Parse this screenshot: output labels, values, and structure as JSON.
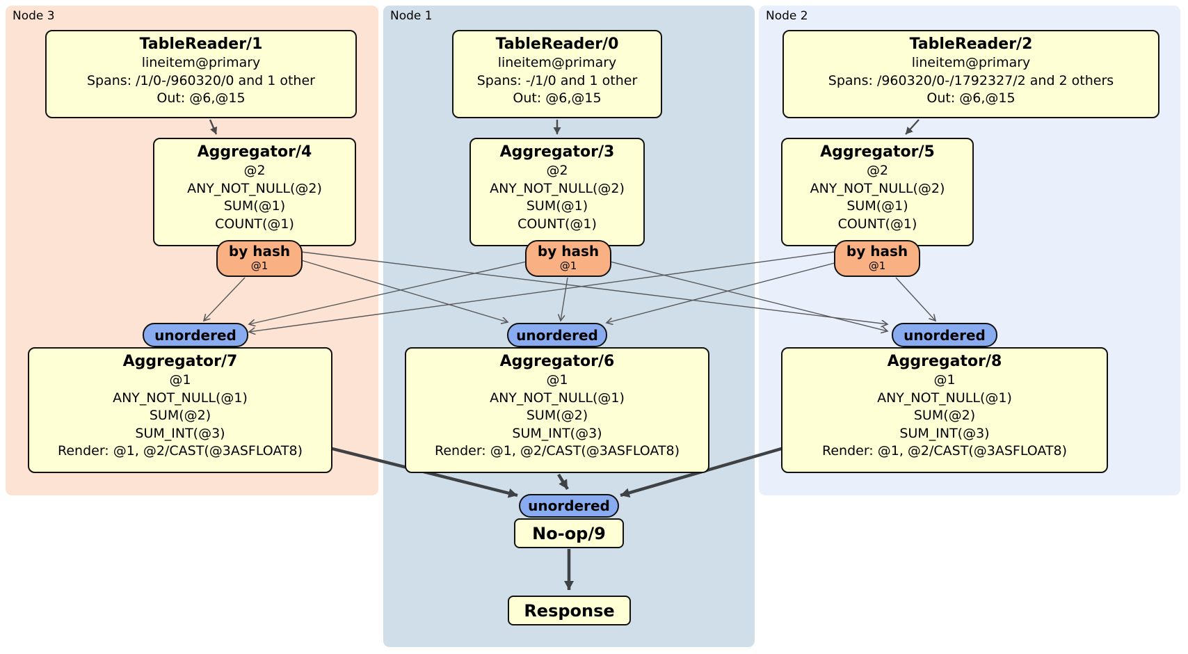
{
  "regions": {
    "node3": {
      "label": "Node 3"
    },
    "node1": {
      "label": "Node 1"
    },
    "node2": {
      "label": "Node 2"
    }
  },
  "processors": {
    "tr1": {
      "title": "TableReader/1",
      "lines": [
        "lineitem@primary",
        "Spans: /1/0-/960320/0 and 1 other",
        "Out: @6,@15"
      ]
    },
    "tr0": {
      "title": "TableReader/0",
      "lines": [
        "lineitem@primary",
        "Spans: -/1/0 and 1 other",
        "Out: @6,@15"
      ]
    },
    "tr2": {
      "title": "TableReader/2",
      "lines": [
        "lineitem@primary",
        "Spans: /960320/0-/1792327/2 and 2 others",
        "Out: @6,@15"
      ]
    },
    "agg4": {
      "title": "Aggregator/4",
      "lines": [
        "@2",
        "ANY_NOT_NULL(@2)",
        "SUM(@1)",
        "COUNT(@1)"
      ]
    },
    "agg3": {
      "title": "Aggregator/3",
      "lines": [
        "@2",
        "ANY_NOT_NULL(@2)",
        "SUM(@1)",
        "COUNT(@1)"
      ]
    },
    "agg5": {
      "title": "Aggregator/5",
      "lines": [
        "@2",
        "ANY_NOT_NULL(@2)",
        "SUM(@1)",
        "COUNT(@1)"
      ]
    },
    "agg7": {
      "title": "Aggregator/7",
      "lines": [
        "@1",
        "ANY_NOT_NULL(@1)",
        "SUM(@2)",
        "SUM_INT(@3)",
        "Render: @1, @2/CAST(@3ASFLOAT8)"
      ]
    },
    "agg6": {
      "title": "Aggregator/6",
      "lines": [
        "@1",
        "ANY_NOT_NULL(@1)",
        "SUM(@2)",
        "SUM_INT(@3)",
        "Render: @1, @2/CAST(@3ASFLOAT8)"
      ]
    },
    "agg8": {
      "title": "Aggregator/8",
      "lines": [
        "@1",
        "ANY_NOT_NULL(@1)",
        "SUM(@2)",
        "SUM_INT(@3)",
        "Render: @1, @2/CAST(@3ASFLOAT8)"
      ]
    },
    "noop": {
      "title": "No-op/9"
    },
    "response": {
      "title": "Response"
    }
  },
  "routers": {
    "byhash3": {
      "label": "by hash",
      "sublabel": "@1"
    },
    "byhash1": {
      "label": "by hash",
      "sublabel": "@1"
    },
    "byhash2": {
      "label": "by hash",
      "sublabel": "@1"
    }
  },
  "syncs": {
    "un3": {
      "label": "unordered"
    },
    "un1": {
      "label": "unordered"
    },
    "un2": {
      "label": "unordered"
    },
    "unfinal": {
      "label": "unordered"
    }
  },
  "colors": {
    "node3_bg": "#fde3d3",
    "node1_bg": "#cfdee9",
    "node2_bg": "#eaf0fb",
    "processor_bg": "#ffffd5",
    "router_bg": "#f9b183",
    "sync_bg": "#89acf1",
    "border": "#111111",
    "edge_thin": "#58585a",
    "edge_thick": "#3e4245"
  }
}
